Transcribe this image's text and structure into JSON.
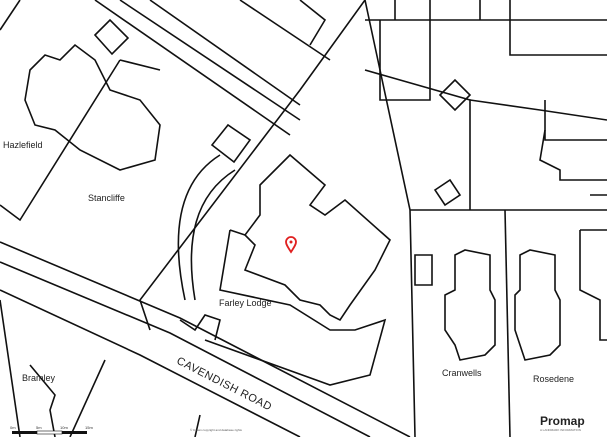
{
  "labels": {
    "hazlefield": "Hazlefield",
    "stancliffe": "Stancliffe",
    "farley_lodge": "Farley Lodge",
    "bramley": "Bramley",
    "cranwells": "Cranwells",
    "rosedene": "Rosedene",
    "road": "CAVENDISH ROAD"
  },
  "scale_bar": {
    "ticks": [
      "0m",
      "5m",
      "10m",
      "15m"
    ]
  },
  "copyright": "© Crown copyright and database rights",
  "brand": {
    "name": "Promap",
    "tagline": "A LANDMARK INFORMATION"
  },
  "marker": {
    "icon": "location-pin-icon",
    "color": "#e02020"
  },
  "colors": {
    "lines": "#111111",
    "background": "#ffffff"
  }
}
